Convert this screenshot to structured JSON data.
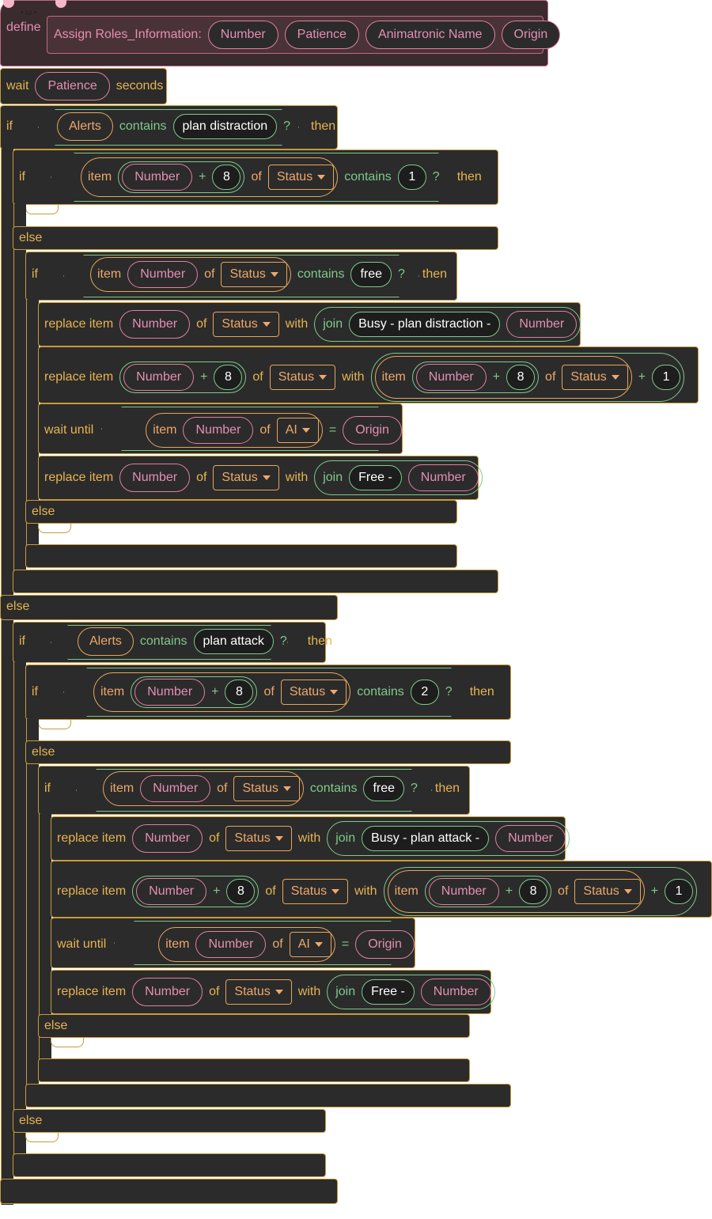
{
  "define": {
    "keyword": "define",
    "name": "Assign Roles_Information:",
    "params": [
      "Number",
      "Patience",
      "Animatronic Name",
      "Origin"
    ]
  },
  "wait": {
    "keyword": "wait",
    "value": "Patience",
    "unit": "seconds"
  },
  "kw": {
    "if": "if",
    "then": "then",
    "else": "else",
    "contains": "contains",
    "q": "?",
    "item": "item",
    "of": "of",
    "plus": "+",
    "eq": "=",
    "replace": "replace item",
    "with": "with",
    "join": "join",
    "wait_until": "wait until"
  },
  "vars": {
    "alerts": "Alerts",
    "number": "Number",
    "status": "Status",
    "ai": "AI",
    "origin": "Origin"
  },
  "lit": {
    "plan_distraction": "plan distraction",
    "plan_attack": "plan attack",
    "eight": "8",
    "one": "1",
    "two": "2",
    "free": "free",
    "busy_distraction": "Busy - plan distraction -",
    "busy_attack": "Busy - plan attack -",
    "free_dash": "Free -"
  }
}
